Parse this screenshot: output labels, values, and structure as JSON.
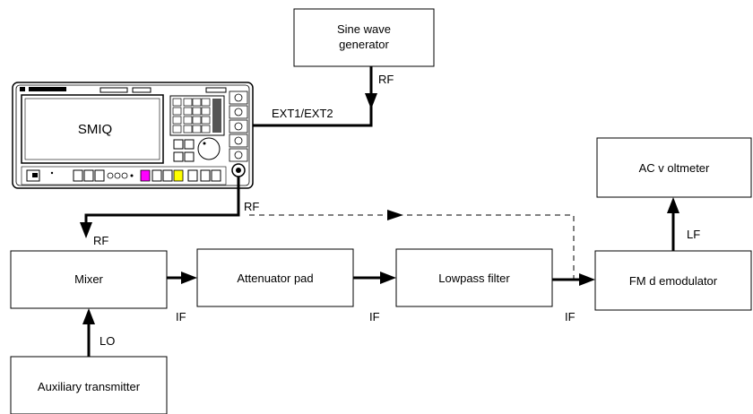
{
  "blocks": {
    "sine_generator": "Sine wave\ngenerator",
    "smiq": "SMIQ",
    "mixer": "Mixer",
    "attenuator": "Attenuator pad",
    "lowpass": "Lowpass filter",
    "fm_demodulator": "FM d emodulator",
    "ac_voltmeter": "AC v oltmeter",
    "aux_transmitter": "Auxiliary transmitter"
  },
  "signals": {
    "rf_gen": "RF",
    "ext": "EXT1/EXT2",
    "rf_smiq": "RF",
    "rf_mixer": "RF",
    "lo": "LO",
    "if1": "IF",
    "if2": "IF",
    "if3": "IF",
    "lf": "LF"
  },
  "colors": {
    "line": "#000000",
    "smiq_magenta_key": "#ff00ff",
    "smiq_yellow_key": "#ffff00"
  }
}
